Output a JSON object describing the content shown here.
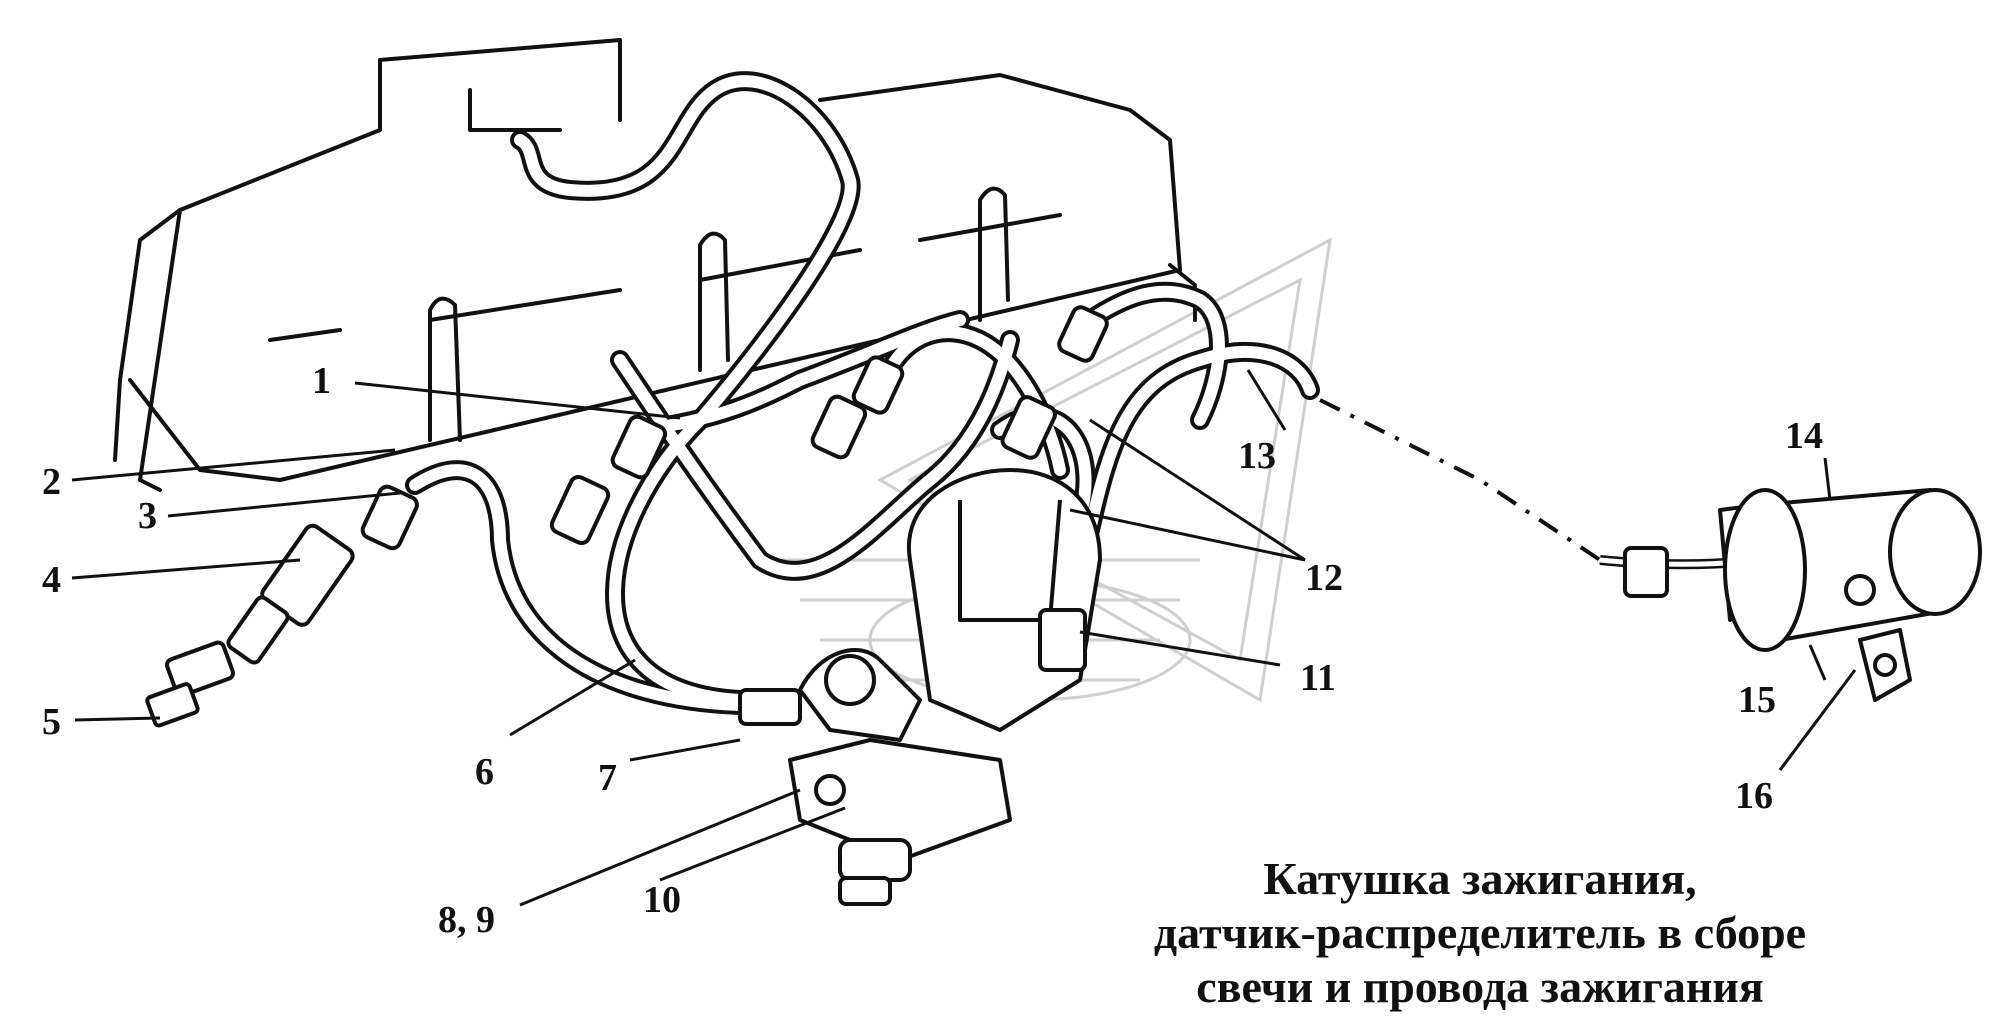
{
  "callouts": [
    "1",
    "2",
    "3",
    "4",
    "5",
    "6",
    "7",
    "8, 9",
    "10",
    "11",
    "12",
    "13",
    "14",
    "15",
    "16"
  ],
  "caption": {
    "line1": "Катушка зажигания,",
    "line2": "датчик-распределитель в сборе",
    "line3": "свечи и провода зажигания"
  },
  "colors": {
    "ink": "#111111",
    "paper": "#ffffff",
    "watermark": "#cfcfcf"
  }
}
